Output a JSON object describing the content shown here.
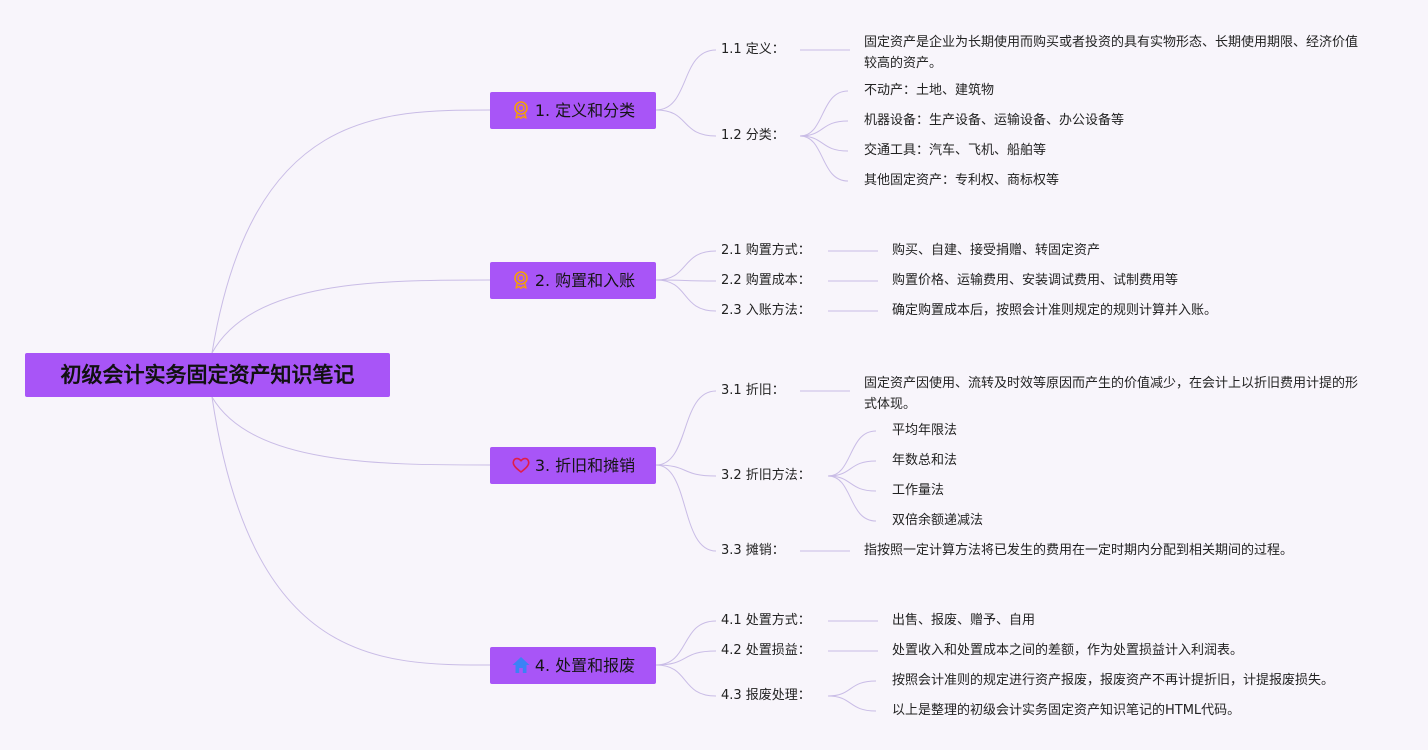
{
  "root": "初级会计实务固定资产知识笔记",
  "branches": [
    {
      "label": "1. 定义和分类",
      "icon": "ribbon-award-icon",
      "icon_color": "#f59e0b",
      "subs": [
        {
          "label": "1.1 定义：",
          "leaves": [
            "固定资产是企业为长期使用而购买或者投资的具有实物形态、长期使用期限、经济价值较高的资产。"
          ]
        },
        {
          "label": "1.2 分类：",
          "leaves": [
            "不动产：土地、建筑物",
            "机器设备：生产设备、运输设备、办公设备等",
            "交通工具：汽车、飞机、船舶等",
            "其他固定资产：专利权、商标权等"
          ]
        }
      ]
    },
    {
      "label": "2. 购置和入账",
      "icon": "ribbon-award-icon",
      "icon_color": "#f59e0b",
      "subs": [
        {
          "label": "2.1 购置方式：",
          "leaves": [
            "购买、自建、接受捐赠、转固定资产"
          ]
        },
        {
          "label": "2.2 购置成本：",
          "leaves": [
            "购置价格、运输费用、安装调试费用、试制费用等"
          ]
        },
        {
          "label": "2.3 入账方法：",
          "leaves": [
            "确定购置成本后，按照会计准则规定的规则计算并入账。"
          ]
        }
      ]
    },
    {
      "label": "3. 折旧和摊销",
      "icon": "heart-icon",
      "icon_color": "#e11d48",
      "subs": [
        {
          "label": "3.1 折旧：",
          "leaves": [
            "固定资产因使用、流转及时效等原因而产生的价值减少，在会计上以折旧费用计提的形式体现。"
          ]
        },
        {
          "label": "3.2 折旧方法：",
          "leaves": [
            "平均年限法",
            "年数总和法",
            "工作量法",
            "双倍余额递减法"
          ]
        },
        {
          "label": "3.3 摊销：",
          "leaves": [
            "指按照一定计算方法将已发生的费用在一定时期内分配到相关期间的过程。"
          ]
        }
      ]
    },
    {
      "label": "4. 处置和报废",
      "icon": "house-icon",
      "icon_color": "#3b82f6",
      "subs": [
        {
          "label": "4.1 处置方式：",
          "leaves": [
            "出售、报废、赠予、自用"
          ]
        },
        {
          "label": "4.2 处置损益：",
          "leaves": [
            "处置收入和处置成本之间的差额，作为处置损益计入利润表。"
          ]
        },
        {
          "label": "4.3 报废处理：",
          "leaves": [
            "按照会计准则的规定进行资产报废，报废资产不再计提折旧，计提报废损失。",
            "以上是整理的初级会计实务固定资产知识笔记的HTML代码。"
          ]
        }
      ]
    }
  ]
}
